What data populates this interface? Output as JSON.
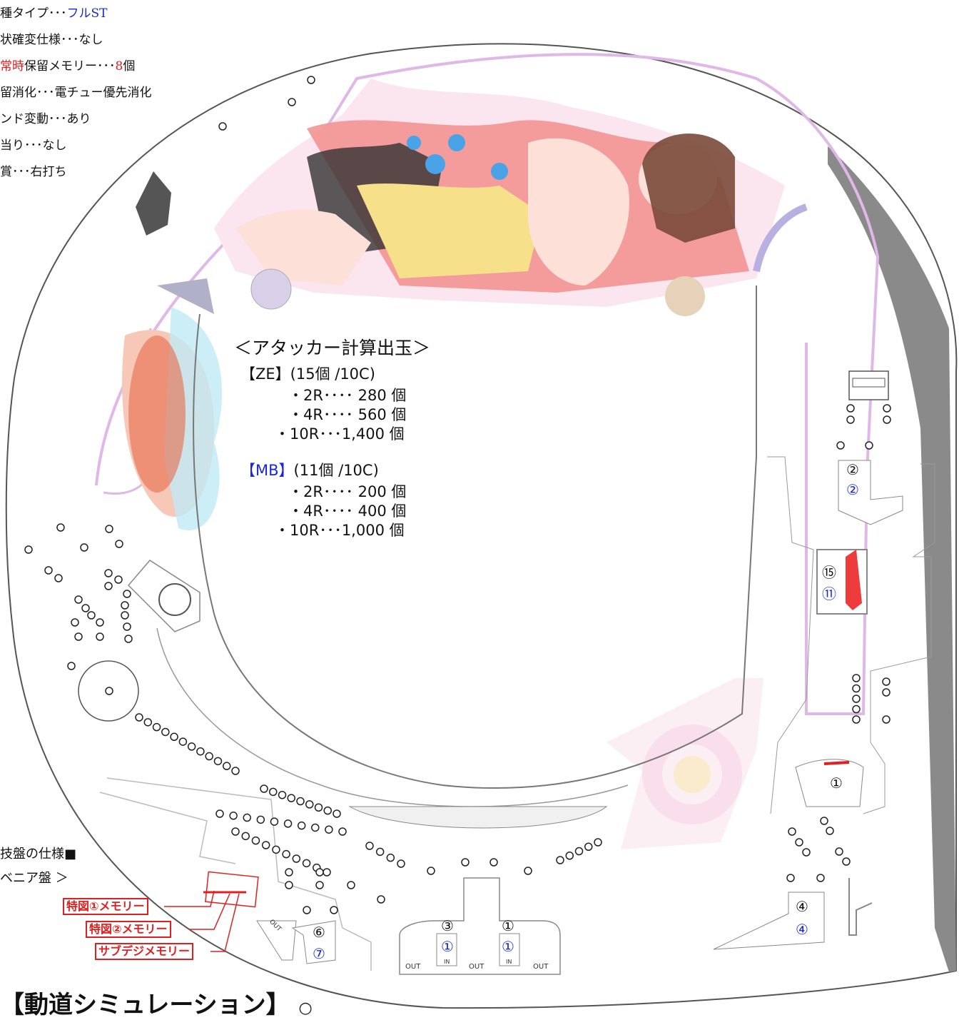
{
  "spec": {
    "line1": {
      "prefix": "種タイプ･･･",
      "value": "フルST"
    },
    "line2": "状確変仕様･･･なし",
    "line3": {
      "red": "常時",
      "mid": "保留メモリー･･･",
      "value": "8",
      "suffix": "個"
    },
    "line4": "留消化･･･電チュー優先消化",
    "line5": "ンド変動･･･あり",
    "line6": "当り･･･なし",
    "line7": "賞･･･右打ち"
  },
  "attacker": {
    "title": "＜アタッカー計算出玉＞",
    "ze": {
      "label": "【ZE】",
      "spec": "(15個 /10C)",
      "rows": [
        "・2R････ 280 個",
        "・4R････ 560 個",
        "・10R･･･1,400 個"
      ]
    },
    "mb": {
      "label": "【MB】",
      "spec": "(11個 /10C)",
      "rows": [
        "・2R････ 200 個",
        "・4R････ 400 個",
        "・10R･･･1,000 個"
      ]
    }
  },
  "board_spec": {
    "title": "技盤の仕様■",
    "subtitle": "ベニア盤 ＞"
  },
  "memory_labels": [
    "特図①メモリー",
    "特図②メモリー",
    "サブデジメモリー"
  ],
  "pockets": {
    "top_right": {
      "black": "②",
      "blue": "②"
    },
    "attacker_right": {
      "black": "⑮",
      "blue": "⑪"
    },
    "gate_right": {
      "black": "①"
    },
    "bottom_right": {
      "black": "④",
      "blue": "④"
    },
    "left_bottom": {
      "black": "⑥",
      "blue": "⑦"
    },
    "center_left": {
      "black": "③",
      "blue": "①"
    },
    "center_right": {
      "black": "①",
      "blue": "①"
    }
  },
  "small_labels": {
    "out": "OUT",
    "in": "IN",
    "out_left": "OUT"
  },
  "bottom_title": "【動道シミュレーション】",
  "colors": {
    "accent_blue": "#1a28d8",
    "accent_red": "#e02020",
    "rail_pink": "#e0b8e8",
    "wall_gray": "#8a8a8a"
  }
}
